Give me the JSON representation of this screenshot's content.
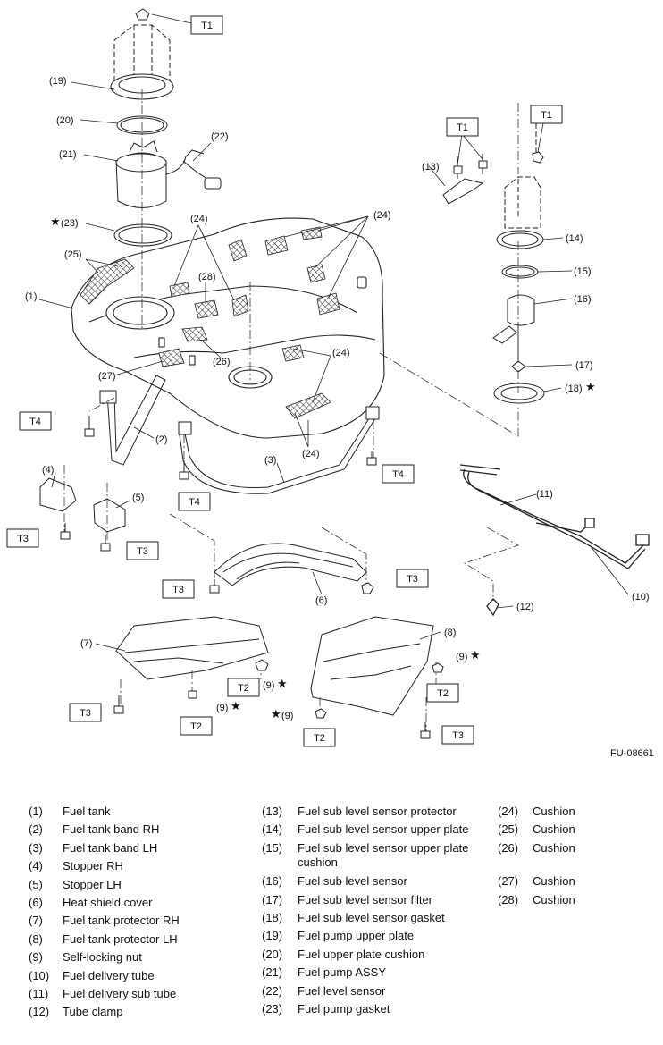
{
  "drawing_id": "FU-08661",
  "callouts": {
    "t1": "T1",
    "t2": "T2",
    "t3": "T3",
    "t4": "T4",
    "n1": "(1)",
    "n2": "(2)",
    "n3": "(3)",
    "n4": "(4)",
    "n5": "(5)",
    "n6": "(6)",
    "n7": "(7)",
    "n8": "(8)",
    "n9": "(9)",
    "n10": "(10)",
    "n11": "(11)",
    "n12": "(12)",
    "n13": "(13)",
    "n14": "(14)",
    "n15": "(15)",
    "n16": "(16)",
    "n17": "(17)",
    "n18": "(18)",
    "n19": "(19)",
    "n20": "(20)",
    "n21": "(21)",
    "n22": "(22)",
    "n23": "(23)",
    "n24": "(24)",
    "n25": "(25)",
    "n26": "(26)",
    "n27": "(27)",
    "n28": "(28)",
    "star": "★"
  },
  "legend": [
    {
      "num": "(1)",
      "name": "Fuel tank"
    },
    {
      "num": "(2)",
      "name": "Fuel tank band RH"
    },
    {
      "num": "(3)",
      "name": "Fuel tank band LH"
    },
    {
      "num": "(4)",
      "name": "Stopper RH"
    },
    {
      "num": "(5)",
      "name": "Stopper LH"
    },
    {
      "num": "(6)",
      "name": "Heat shield cover"
    },
    {
      "num": "(7)",
      "name": "Fuel tank protector RH"
    },
    {
      "num": "(8)",
      "name": "Fuel tank protector LH"
    },
    {
      "num": "(9)",
      "name": "Self-locking nut"
    },
    {
      "num": "(10)",
      "name": "Fuel delivery tube"
    },
    {
      "num": "(11)",
      "name": "Fuel delivery sub tube"
    },
    {
      "num": "(12)",
      "name": "Tube clamp"
    },
    {
      "num": "(13)",
      "name": "Fuel sub level sensor protector"
    },
    {
      "num": "(14)",
      "name": "Fuel sub level sensor upper plate"
    },
    {
      "num": "(15)",
      "name": "Fuel sub level sensor upper plate cushion"
    },
    {
      "num": "(16)",
      "name": "Fuel sub level sensor"
    },
    {
      "num": "(17)",
      "name": "Fuel sub level sensor filter"
    },
    {
      "num": "(18)",
      "name": "Fuel sub level sensor gasket"
    },
    {
      "num": "(19)",
      "name": "Fuel pump upper plate"
    },
    {
      "num": "(20)",
      "name": "Fuel upper plate cushion"
    },
    {
      "num": "(21)",
      "name": "Fuel pump ASSY"
    },
    {
      "num": "(22)",
      "name": "Fuel level sensor"
    },
    {
      "num": "(23)",
      "name": "Fuel pump gasket"
    },
    {
      "num": "(24)",
      "name": "Cushion"
    },
    {
      "num": "(25)",
      "name": "Cushion"
    },
    {
      "num": "(26)",
      "name": "Cushion"
    },
    {
      "num": "(27)",
      "name": "Cushion"
    },
    {
      "num": "(28)",
      "name": "Cushion"
    }
  ]
}
